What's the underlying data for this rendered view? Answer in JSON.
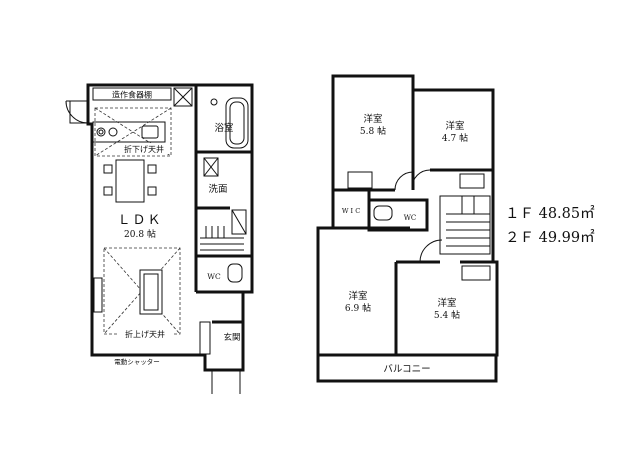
{
  "floor1": {
    "rooms": {
      "pantry": "造作食器棚",
      "ldk": "ＬＤＫ",
      "ldk_size": "20.8 帖",
      "bath": "浴室",
      "wash": "洗面",
      "wc": "WC",
      "entrance": "玄関",
      "ceiling_lowered": "折下げ天井",
      "ceiling_raised": "折上げ天井",
      "shutter": "電動シャッター"
    }
  },
  "floor2": {
    "rooms": {
      "room1": "洋室",
      "room1_size": "5.8 帖",
      "room2": "洋室",
      "room2_size": "4.7 帖",
      "wic": "W I C",
      "wc": "WC",
      "room3": "洋室",
      "room3_size": "6.9 帖",
      "room4": "洋室",
      "room4_size": "5.4 帖",
      "balcony": "バルコニー"
    }
  },
  "areas": {
    "f1": "１Ｆ 48.85㎡",
    "f2": "２Ｆ 49.99㎡"
  }
}
